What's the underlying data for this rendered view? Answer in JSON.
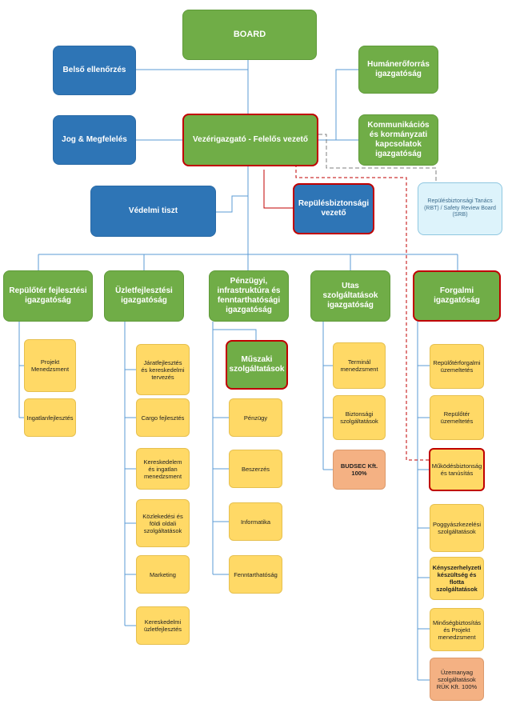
{
  "board": "BOARD",
  "internal_audit": "Belső ellenőrzés",
  "legal": "Jog & Megfelelés",
  "ceo": "Vezérigazgató - Felelős vezető",
  "hr": "Humánerőforrás igazgatóság",
  "communications": "Kommunikációs és kormányzati kapcsolatok igazgatóság",
  "safety_board": "Repülésbiztonsági Tanács (RBT) / Safety Review Board (SRB)",
  "defence_officer": "Védelmi tiszt",
  "aviation_safety_lead": "Repülésbiztonsági vezető",
  "directorates": {
    "airport_dev": {
      "title": "Repülőtér fejlesztési igazgatóság",
      "items": [
        "Projekt Menedzsment",
        "Ingatlanfejlesztés"
      ]
    },
    "business_dev": {
      "title": "Üzletfejlesztési igazgatóság",
      "items": [
        "Járatfejlesztés és kereskedelmi tervezés",
        "Cargo fejlesztés",
        "Kereskedelem és ingatlan menedzsment",
        "Közlekedési és földi oldali szolgáltatások",
        "Marketing",
        "Kereskedelmi üzletfejlesztés"
      ]
    },
    "finance": {
      "title": "Pénzügyi, infrastruktúra és fenntarthatósági igazgatóság",
      "technical": "Műszaki szolgáltatások",
      "items": [
        "Pénzügy",
        "Beszerzés",
        "Informatika",
        "Fenntarthatóság"
      ]
    },
    "passenger": {
      "title": "Utas szolgáltatások igazgatóság",
      "items": [
        "Terminál menedzsment",
        "Biztonsági szolgáltatások",
        "BUDSEC Kft. 100%"
      ]
    },
    "operations": {
      "title": "Forgalmi igazgatóság",
      "items": [
        "Repülőtérforgalmi üzemeltetés",
        "Repülőtér üzemeltetés",
        "Működésbiztonság és tanúsítás",
        "Poggyászkezelési szolgáltatások",
        "Kényszerhelyzeti készültség és flotta szolgáltatások",
        "Minőségbiztosítás és Projekt menedzsment",
        "Üzemanyag szolgáltatások RÜK Kft. 100%"
      ]
    }
  }
}
